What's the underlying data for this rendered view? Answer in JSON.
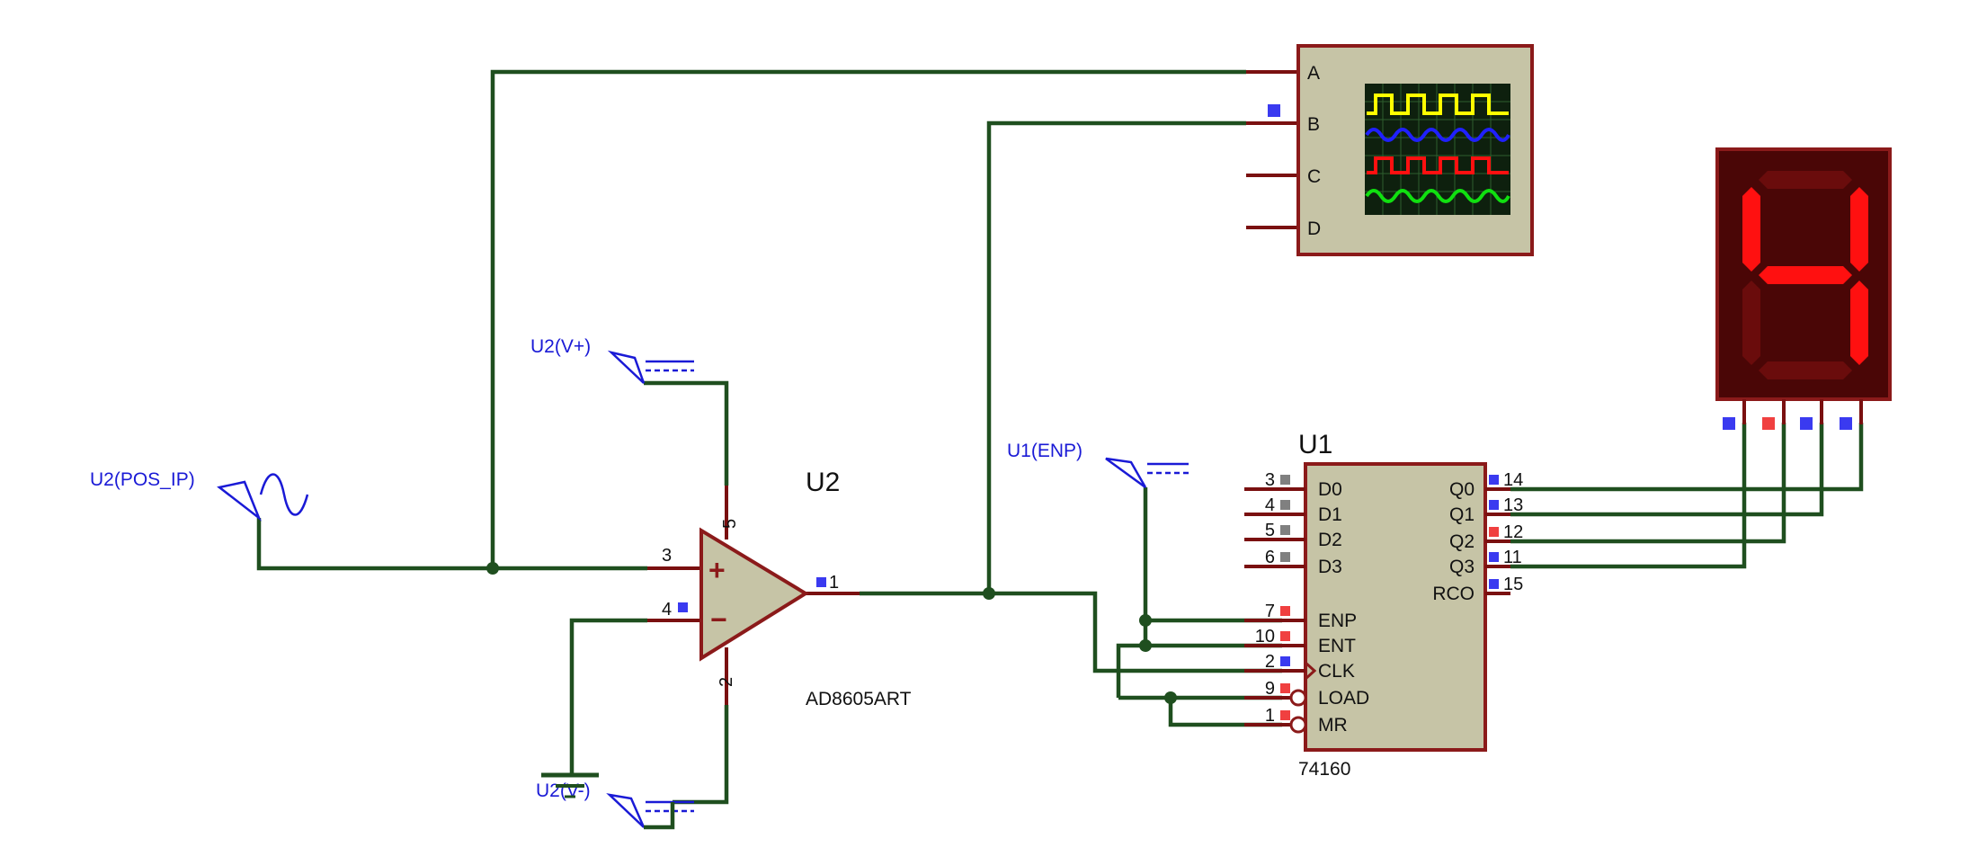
{
  "colors": {
    "wire": "#1f4f1f",
    "pin": "#7a1010",
    "body_fill": "#c6c4a6",
    "body_stroke": "#8b1a1a",
    "label_blue": "#1a1ad6",
    "state_low": "#3a3af0",
    "state_high": "#f04040",
    "state_unknown": "#808080",
    "segment_on": "#ff1010",
    "segment_off": "#6a0c0c",
    "display_bg": "#4a0606",
    "scope_bg": "#0e200e",
    "trace_a": "#ffff00",
    "trace_b": "#2020ff",
    "trace_c": "#ff1010",
    "trace_d": "#10e010"
  },
  "generators": {
    "pos_ip_label": "U2(POS_IP)",
    "vplus_label": "U2(V+)",
    "vminus_label": "U2(V-)",
    "enp_label": "U1(ENP)"
  },
  "opamp": {
    "ref": "U2",
    "type": "AD8605ART",
    "pins": {
      "noninv": "3",
      "inv": "4",
      "out": "1",
      "vpos": "5",
      "vneg": "2"
    }
  },
  "counter": {
    "ref": "U1",
    "type": "74160",
    "left_pins": [
      {
        "num": "3",
        "name": "D0",
        "state": "unknown"
      },
      {
        "num": "4",
        "name": "D1",
        "state": "unknown"
      },
      {
        "num": "5",
        "name": "D2",
        "state": "unknown"
      },
      {
        "num": "6",
        "name": "D3",
        "state": "unknown"
      },
      {
        "num": "7",
        "name": "ENP",
        "state": "high"
      },
      {
        "num": "10",
        "name": "ENT",
        "state": "high"
      },
      {
        "num": "2",
        "name": "CLK",
        "state": "low"
      },
      {
        "num": "9",
        "name": "LOAD",
        "state": "high"
      },
      {
        "num": "1",
        "name": "MR",
        "state": "high"
      }
    ],
    "right_pins": [
      {
        "num": "14",
        "name": "Q0",
        "state": "low"
      },
      {
        "num": "13",
        "name": "Q1",
        "state": "low"
      },
      {
        "num": "12",
        "name": "Q2",
        "state": "high"
      },
      {
        "num": "11",
        "name": "Q3",
        "state": "low"
      },
      {
        "num": "15",
        "name": "RCO",
        "state": "low"
      }
    ]
  },
  "oscilloscope": {
    "channels": [
      "A",
      "B",
      "C",
      "D"
    ]
  },
  "display": {
    "digit": 4,
    "segments_on": [
      "b",
      "c",
      "f",
      "g"
    ],
    "input_states": [
      "low",
      "high",
      "low",
      "low"
    ]
  }
}
